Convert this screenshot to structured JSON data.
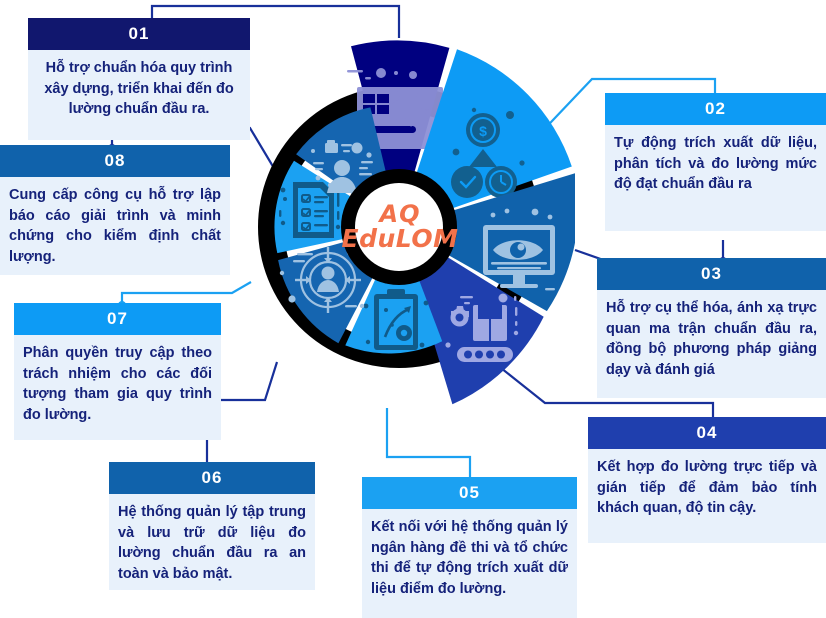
{
  "center": {
    "logo_line1": "AQ",
    "logo_line2": "EduLOM",
    "logo_color": "#f2724a",
    "ring_color": "#000000",
    "disc_color": "#ffffff"
  },
  "palette": {
    "navy": "#000080",
    "bright_blue": "#0d9bf5",
    "sky_blue": "#1ba1f2",
    "steel_blue": "#1062ab",
    "royal_blue": "#1f3fae",
    "mid_blue": "#1565b0",
    "card_body_bg": "#e8f1fb",
    "card_text": "#15227a",
    "connector_dark": "#18309a",
    "connector_light": "#1ba1f2"
  },
  "cards": [
    {
      "id": "01",
      "number": "01",
      "header_color": "#11176e",
      "text": "Hỗ trợ chuẩn hóa quy trình xây dựng, triển khai đến đo lường chuẩn đầu ra.",
      "align": "center"
    },
    {
      "id": "02",
      "number": "02",
      "header_color": "#0d9bf5",
      "text": "Tự động trích xuất dữ liệu, phân tích và đo lường mức độ đạt chuẩn đầu ra",
      "align": "justify"
    },
    {
      "id": "03",
      "number": "03",
      "header_color": "#1062ab",
      "text": "Hỗ trợ cụ thể hóa, ánh xạ trực quan ma trận chuẩn đầu ra, đồng bộ phương pháp giảng dạy và đánh giá",
      "align": "justify"
    },
    {
      "id": "04",
      "number": "04",
      "header_color": "#1f3fae",
      "text": "Kết hợp đo lường trực tiếp và gián tiếp để đảm bảo tính khách quan, độ tin cậy.",
      "align": "justify"
    },
    {
      "id": "05",
      "number": "05",
      "header_color": "#1ba1f2",
      "text": "Kết nối với hệ thống quản lý ngân hàng đề thi và tổ chức thi để tự động trích xuất dữ liệu điểm đo lường.",
      "align": "justify"
    },
    {
      "id": "06",
      "number": "06",
      "header_color": "#1062ab",
      "text": "Hệ thống quản lý tập trung và lưu trữ dữ liệu đo lường chuẩn đầu ra an toàn và bảo mật.",
      "align": "justify"
    },
    {
      "id": "07",
      "number": "07",
      "header_color": "#0d9bf5",
      "text": "Phân quyền truy cập theo trách nhiệm cho các đối tượng tham gia quy trình đo lường.",
      "align": "justify"
    },
    {
      "id": "08",
      "number": "08",
      "header_color": "#1062ab",
      "text": "Cung cấp công cụ hỗ trợ lập báo cáo giải trình và minh chứng cho kiểm định chất lượng.",
      "align": "justify"
    }
  ],
  "wheel_segments": [
    {
      "id": "seg-01",
      "number": "01",
      "color": "#000080",
      "icon": "blueprint-design-icon",
      "extended": true
    },
    {
      "id": "seg-02",
      "number": "02",
      "color": "#0d9bf5",
      "icon": "data-analytics-money-clock-icon",
      "extended": true
    },
    {
      "id": "seg-03",
      "number": "03",
      "color": "#1062ab",
      "icon": "monitor-eye-visualize-icon",
      "extended": true
    },
    {
      "id": "seg-04",
      "number": "04",
      "color": "#1f3fae",
      "icon": "gear-conveyor-automation-icon",
      "extended": true
    },
    {
      "id": "seg-05",
      "number": "05",
      "color": "#1ba1f2",
      "icon": "clipboard-gear-checklist-icon",
      "extended": false
    },
    {
      "id": "seg-06",
      "number": "06",
      "color": "#1565b0",
      "icon": "user-target-database-icon",
      "extended": false
    },
    {
      "id": "seg-07",
      "number": "07",
      "color": "#1ba1f2",
      "icon": "document-checklist-icon",
      "extended": false
    },
    {
      "id": "seg-08",
      "number": "08",
      "color": "#1565b0",
      "icon": "team-report-icon",
      "extended": false
    }
  ]
}
